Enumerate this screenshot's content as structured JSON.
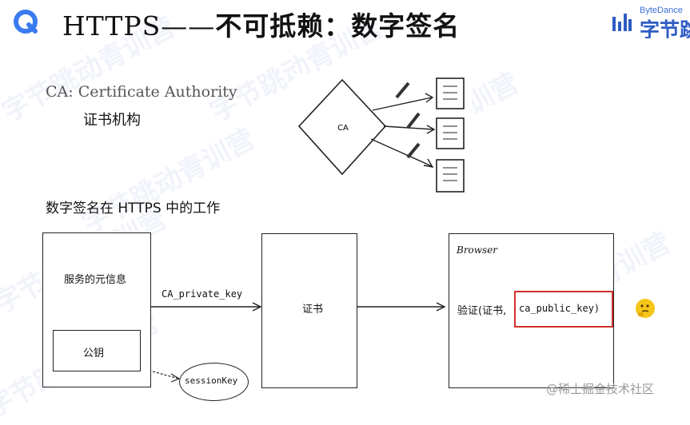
{
  "header": {
    "title_prefix": "HTTPS——",
    "title_bold": "不可抵赖：数字签名",
    "brand_en": "ByteDance",
    "brand_cn": "字节跳动"
  },
  "watermark": {
    "text": "字节跳动青训营"
  },
  "intro": {
    "ca_line": "CA: Certificate Authority",
    "ca_cn": "证书机构"
  },
  "ca_diagram": {
    "ca_label": "CA"
  },
  "section": {
    "heading": "数字签名在 HTTPS 中的工作"
  },
  "flow": {
    "server_meta": "服务的元信息",
    "public_key": "公钥",
    "private_key_label": "CA_private_key",
    "certificate": "证书",
    "browser_title": "Browser",
    "verify_prefix": "验证(证书,",
    "verify_key": "ca_public_key)",
    "session_key": "sessionKey"
  },
  "footer": {
    "credit": "@稀土掘金技术社区"
  },
  "colors": {
    "accent_blue": "#2f5cc4",
    "highlight_red": "#d0312d",
    "emoji_yellow": "#f5c518"
  }
}
